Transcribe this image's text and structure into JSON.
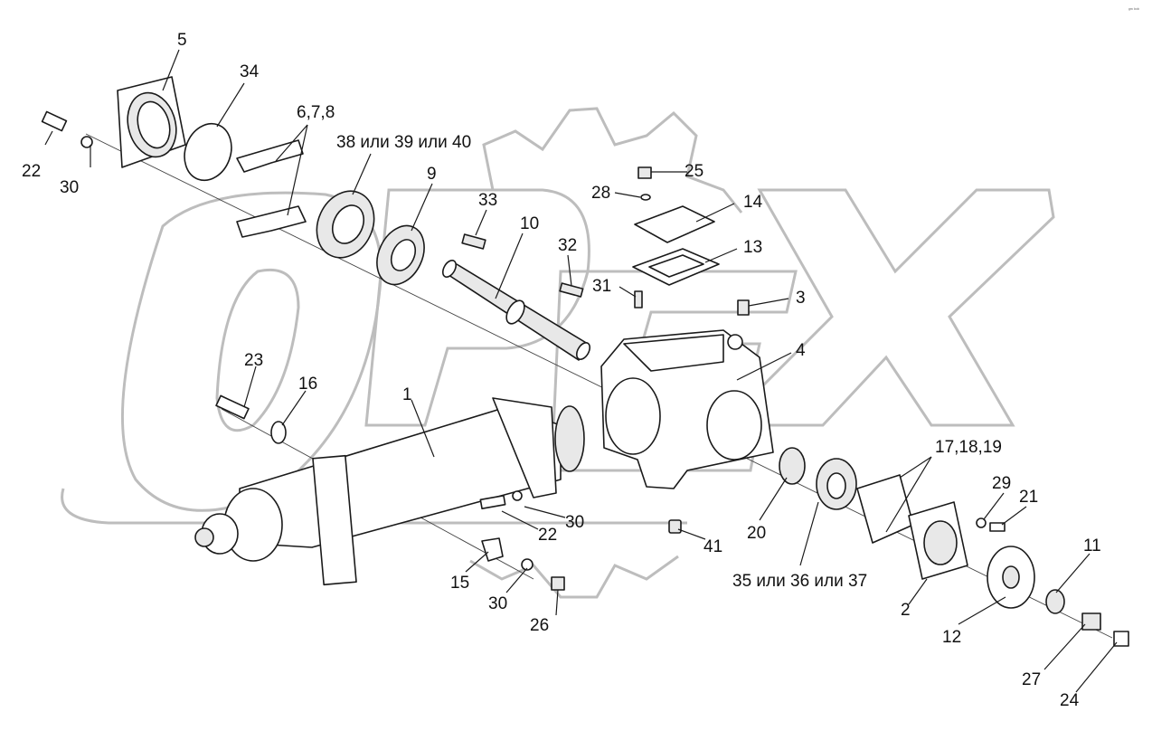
{
  "corner_mark": "ᵍᵐ ᵇᵒᵇ",
  "watermark": "OPEX",
  "part_labels": {
    "p1": "1",
    "p2": "2",
    "p3": "3",
    "p4": "4",
    "p5": "5",
    "p678": "6,7,8",
    "p9": "9",
    "p10": "10",
    "p11": "11",
    "p12": "12",
    "p13": "13",
    "p14": "14",
    "p15": "15",
    "p16": "16",
    "p171819": "17,18,19",
    "p20": "20",
    "p21": "21",
    "p22a": "22",
    "p22b": "22",
    "p23": "23",
    "p24": "24",
    "p25": "25",
    "p26": "26",
    "p27": "27",
    "p28": "28",
    "p29": "29",
    "p30a": "30",
    "p30b": "30",
    "p30c": "30",
    "p31": "31",
    "p32": "32",
    "p33": "33",
    "p34": "34",
    "p353637": "35 или 36 или 37",
    "p383940": "38 или 39 или 40",
    "p41": "41"
  }
}
